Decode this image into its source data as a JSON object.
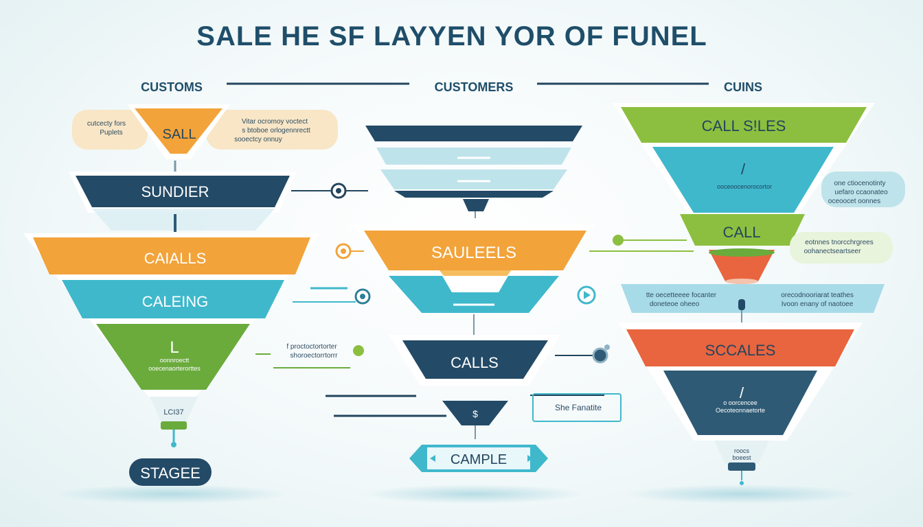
{
  "title": "SALE HE SF LAYYEN YOR OF FUNEL",
  "columns": [
    {
      "header": "CUSTOMS"
    },
    {
      "header": "CUSTOMERS"
    },
    {
      "header": "CUINS"
    }
  ],
  "left": {
    "top_label": "SALL",
    "note_left": [
      "cutcecty fors",
      "Puplets"
    ],
    "note_right": [
      "Vitar ocromoy voctect",
      "s btoboe orlogennrectt",
      "sooectcy onnuy"
    ],
    "band_sundier": "SUNDIER",
    "band_calls": "CAIALLS",
    "band_caling": "CALEING",
    "green_mark": "L",
    "green_text": [
      "oonnroectt",
      "ooecenaorterorttes"
    ],
    "tip_label": "LCI37",
    "side_text": [
      "f proctoctortorter",
      "shoroectorrtorrr"
    ],
    "stage_button": "STAGEE"
  },
  "middle": {
    "band_sales": "SAULEELS",
    "band_calls": "CALLS",
    "tip_label": "$",
    "side_note": "She Fanatite",
    "sample_label": "CAMPLE"
  },
  "right": {
    "band_call_sles": "CALL S!LES",
    "teal_mark": "/",
    "teal_text": "ooceoocenorocortor",
    "note_1": [
      "one ctiocenotinty",
      "uefaro ccaonateo",
      "oceoocet oonnes"
    ],
    "band_call": "CALL",
    "note_2": [
      "eotnnes tnorcchrgrees",
      "oohanectseartseer"
    ],
    "info_left": [
      "tte oecetteeee focanter",
      "doneteoe oheeo"
    ],
    "info_right": [
      "orecodnooriarat teathes",
      "Ivoon enany of naotoee"
    ],
    "band_scales": "SCCALES",
    "navy_mark": "/",
    "navy_text": [
      "o oorcencee",
      "Oecoteonnaetorte"
    ],
    "tip_text": [
      "roocs",
      "boeest"
    ]
  },
  "colors": {
    "navy": "#234a66",
    "orange": "#f2a33a",
    "teal": "#3fb8cc",
    "green": "#6aab3c",
    "red": "#e8653f",
    "lime": "#8cbf3f",
    "light_teal": "#bfe3ea",
    "cream": "#f8e6c6"
  }
}
